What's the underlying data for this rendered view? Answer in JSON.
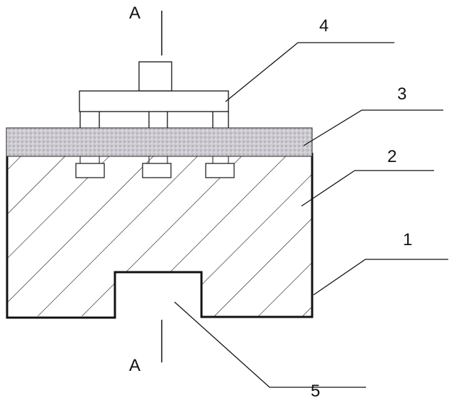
{
  "labels": {
    "section_top": "A",
    "section_bottom": "A",
    "part_1": "1",
    "part_2": "2",
    "part_3": "3",
    "part_4": "4",
    "part_5": "5"
  },
  "colors": {
    "line": "#111111",
    "layer3": "#c9c6cc"
  }
}
